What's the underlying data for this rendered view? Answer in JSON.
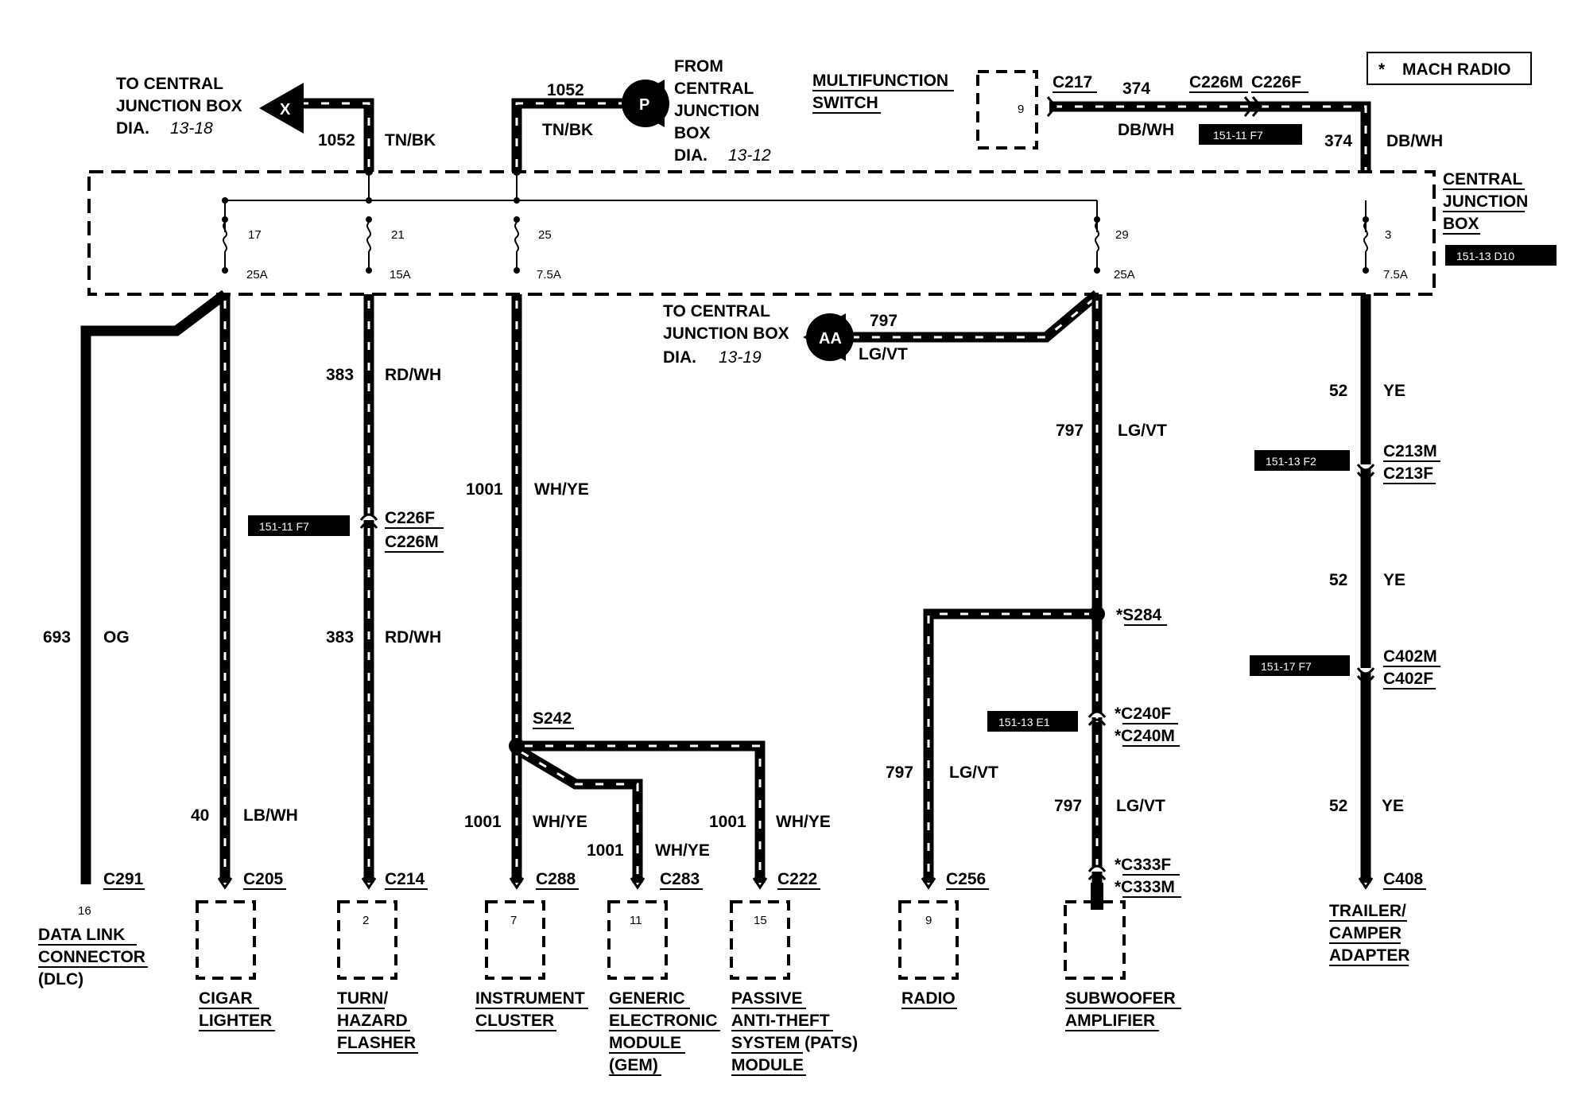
{
  "legend": {
    "mark": "*",
    "text": "MACH RADIO"
  },
  "arrows": {
    "x": {
      "letter": "X",
      "lines": [
        "TO CENTRAL",
        "JUNCTION BOX"
      ],
      "dia": "DIA.",
      "ref": "13-18"
    },
    "p": {
      "letter": "P",
      "lines": [
        "FROM",
        "CENTRAL",
        "JUNCTION",
        "BOX"
      ],
      "dia": "DIA.",
      "ref": "13-12"
    },
    "aa": {
      "letter": "AA",
      "lines": [
        "TO CENTRAL",
        "JUNCTION BOX"
      ],
      "dia": "DIA.",
      "ref": "13-19"
    }
  },
  "multifunction_switch": {
    "lines": [
      "MULTIFUNCTION",
      "SWITCH"
    ],
    "pin": "9",
    "connector": "C217"
  },
  "junction_box": {
    "lines": [
      "CENTRAL",
      "JUNCTION",
      "BOX"
    ],
    "ref": "151-13 D10",
    "fuses": [
      {
        "number": "17",
        "rating": "25A"
      },
      {
        "number": "21",
        "rating": "15A"
      },
      {
        "number": "25",
        "rating": "7.5A"
      },
      {
        "number": "29",
        "rating": "25A"
      },
      {
        "number": "3",
        "rating": "7.5A"
      }
    ]
  },
  "wires": {
    "w1052_left": {
      "circuit": "1052",
      "color": "TN/BK"
    },
    "w1052_right": {
      "circuit": "1052",
      "color": "TN/BK"
    },
    "w374_top": {
      "circuit": "374",
      "color": "DB/WH"
    },
    "w374_side": {
      "circuit": "374",
      "color": "DB/WH"
    },
    "w693": {
      "circuit": "693",
      "color": "OG"
    },
    "w40": {
      "circuit": "40",
      "color": "LB/WH"
    },
    "w383_a": {
      "circuit": "383",
      "color": "RD/WH"
    },
    "w383_b": {
      "circuit": "383",
      "color": "RD/WH"
    },
    "w1001_main": {
      "circuit": "1001",
      "color": "WH/YE"
    },
    "w1001_ic": {
      "circuit": "1001",
      "color": "WH/YE"
    },
    "w1001_gem": {
      "circuit": "1001",
      "color": "WH/YE"
    },
    "w1001_pats": {
      "circuit": "1001",
      "color": "WH/YE"
    },
    "w797_aa": {
      "circuit": "797",
      "color": "LG/VT"
    },
    "w797_main": {
      "circuit": "797",
      "color": "LG/VT"
    },
    "w797_radio": {
      "circuit": "797",
      "color": "LG/VT"
    },
    "w797_sub": {
      "circuit": "797",
      "color": "LG/VT"
    },
    "w52_a": {
      "circuit": "52",
      "color": "YE"
    },
    "w52_b": {
      "circuit": "52",
      "color": "YE"
    },
    "w52_c": {
      "circuit": "52",
      "color": "YE"
    }
  },
  "inline_connectors": {
    "c226": {
      "top": "C226M",
      "bottom": "C226F"
    },
    "c226_383": {
      "top": "C226F",
      "bottom": "C226M"
    },
    "c213": {
      "top": "C213M",
      "bottom": "C213F"
    },
    "c402": {
      "top": "C402M",
      "bottom": "C402F"
    },
    "c240": {
      "top": "*C240F",
      "bottom": "*C240M"
    },
    "c333": {
      "top": "*C333F",
      "bottom": "*C333M"
    }
  },
  "splices": {
    "s284": "*S284",
    "s242": "S242"
  },
  "refs": {
    "r_374": "151-11 F7",
    "r_383": "151-11 F7",
    "r_213": "151-13 F2",
    "r_402": "151-17 F7",
    "r_240": "151-13 E1"
  },
  "components": [
    {
      "id": "dlc",
      "connector": "C291",
      "pin": "16",
      "lines": [
        "DATA LINK",
        "CONNECTOR",
        "(DLC)"
      ]
    },
    {
      "id": "cigar",
      "connector": "C205",
      "pin": "",
      "lines": [
        "CIGAR",
        "LIGHTER"
      ]
    },
    {
      "id": "turn",
      "connector": "C214",
      "pin": "2",
      "lines": [
        "TURN/",
        "HAZARD",
        "FLASHER"
      ]
    },
    {
      "id": "ic",
      "connector": "C288",
      "pin": "7",
      "lines": [
        "INSTRUMENT",
        "CLUSTER"
      ]
    },
    {
      "id": "gem",
      "connector": "C283",
      "pin": "11",
      "lines": [
        "GENERIC",
        "ELECTRONIC",
        "MODULE",
        "(GEM)"
      ]
    },
    {
      "id": "pats",
      "connector": "C222",
      "pin": "15",
      "lines": [
        "PASSIVE",
        "ANTI-THEFT",
        "SYSTEM (PATS)",
        "MODULE"
      ]
    },
    {
      "id": "radio",
      "connector": "C256",
      "pin": "9",
      "lines": [
        "RADIO"
      ]
    },
    {
      "id": "sub",
      "connector": "",
      "pin": "",
      "lines": [
        "SUBWOOFER",
        "AMPLIFIER"
      ]
    },
    {
      "id": "trailer",
      "connector": "C408",
      "pin": "",
      "lines": [
        "TRAILER/",
        "CAMPER",
        "ADAPTER"
      ]
    }
  ]
}
